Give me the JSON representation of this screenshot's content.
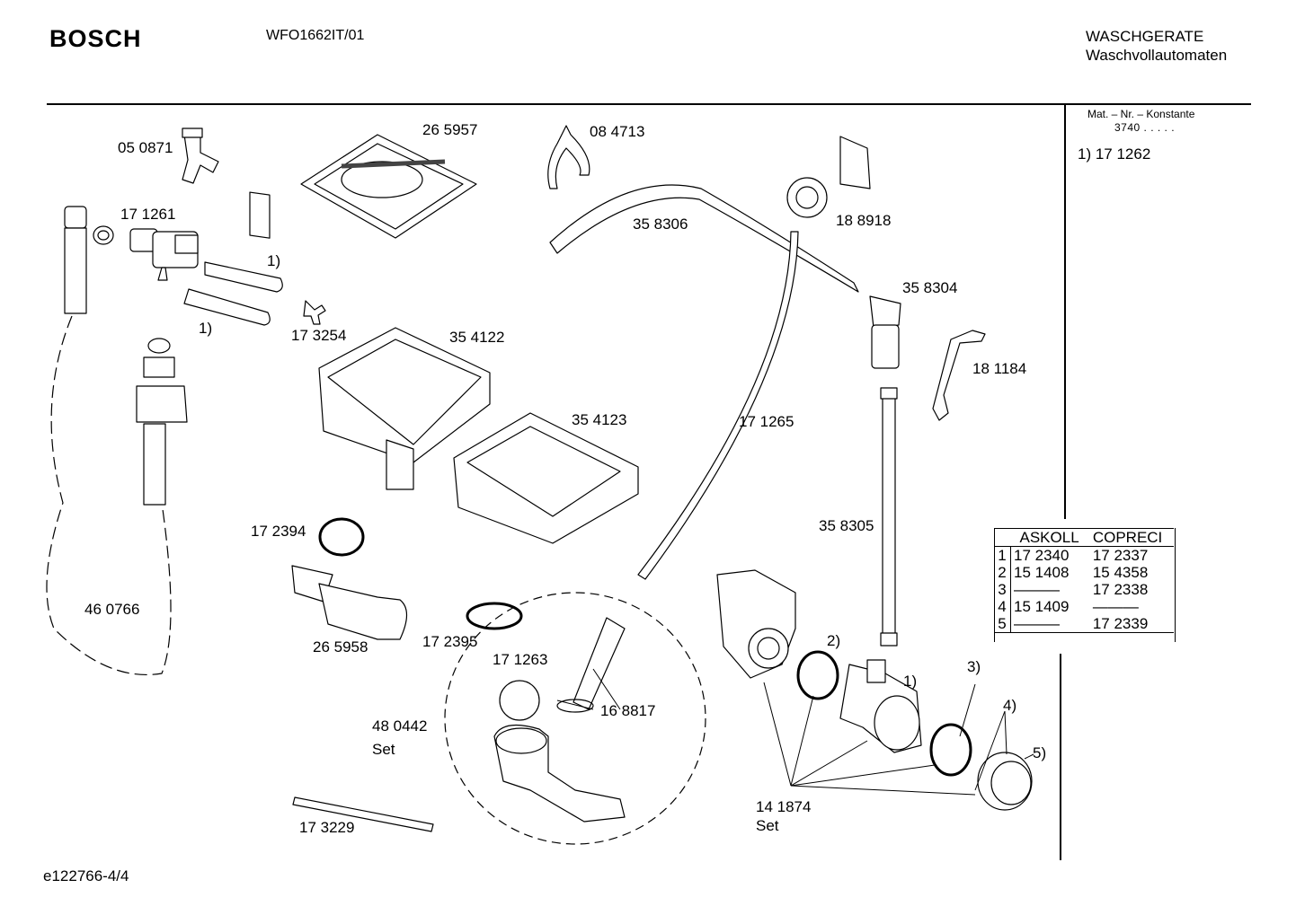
{
  "header": {
    "brand": "BOSCH",
    "model": "WFO1662IT/01",
    "category": "WASCHGERATE",
    "subcategory": "Waschvollautomaten"
  },
  "sidebar": {
    "konstante_label": "Mat. – Nr. – Konstante",
    "konstante_value": "3740 . . . . .",
    "note": "1)  17 1262"
  },
  "labels": {
    "p050871": "05 0871",
    "p265957": "26 5957",
    "p084713": "08 4713",
    "p171261": "17 1261",
    "ref1a": "1)",
    "ref1b": "1)",
    "p173254": "17 3254",
    "p358306": "35 8306",
    "p188918": "18 8918",
    "p358304": "35 8304",
    "p354122": "35 4122",
    "p181184": "18 1184",
    "p354123": "35 4123",
    "p171265": "17 1265",
    "p358305": "35 8305",
    "p172394": "17 2394",
    "p460766": "46 0766",
    "p265958": "26 5958",
    "p172395": "17 2395",
    "p171263": "17 1263",
    "p168817": "16 8817",
    "p480442": "48 0442",
    "set1": "Set",
    "p173229": "17 3229",
    "ref2": "2)",
    "ref1c": "1)",
    "ref3": "3)",
    "ref4": "4)",
    "ref5": "5)",
    "p141874": "14 1874",
    "set2": "Set"
  },
  "variant_table": {
    "headers": [
      "ASKOLL",
      "COPRECI"
    ],
    "rows": [
      {
        "idx": "1",
        "askoll": "17 2340",
        "copreci": "17 2337"
      },
      {
        "idx": "2",
        "askoll": "15 1408",
        "copreci": "15 4358"
      },
      {
        "idx": "3",
        "askoll": "———",
        "copreci": "17 2338"
      },
      {
        "idx": "4",
        "askoll": "15 1409",
        "copreci": "———"
      },
      {
        "idx": "5",
        "askoll": "———",
        "copreci": "17 2339"
      }
    ]
  },
  "footer": {
    "doc_id": "e122766-4/4"
  }
}
